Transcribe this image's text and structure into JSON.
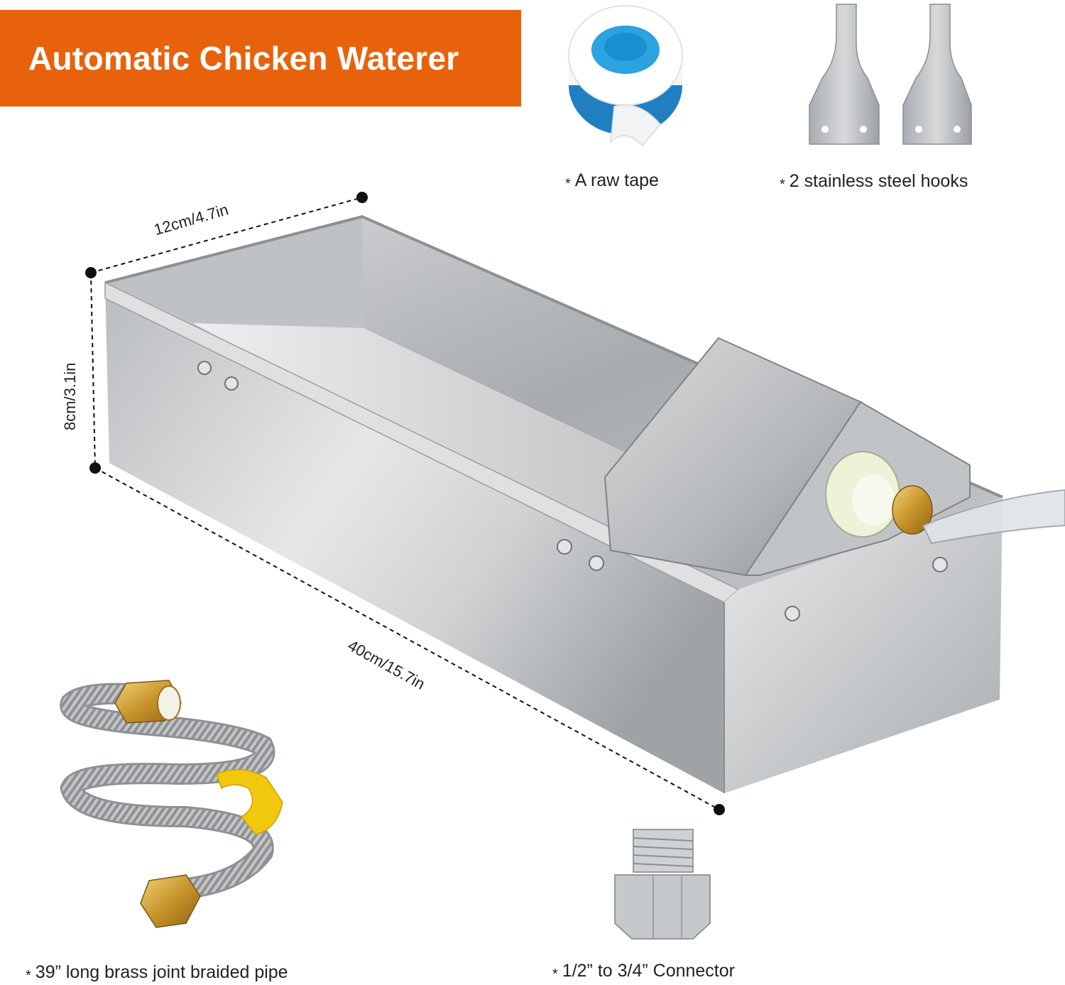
{
  "banner": {
    "title": "Automatic Chicken Waterer",
    "color": "#e8620c"
  },
  "dimensions": {
    "width": "12cm/4.7in",
    "height": "8cm/3.1in",
    "length": "40cm/15.7in"
  },
  "accessories": {
    "tape": {
      "label": "A raw tape",
      "icon": "ptfe-tape-icon"
    },
    "hooks": {
      "label": "2 stainless steel hooks",
      "icon": "steel-hook-icon"
    },
    "pipe": {
      "label": "39” long brass joint braided pipe",
      "icon": "braided-pipe-icon"
    },
    "connector": {
      "label": "1/2” to 3/4”  Connector",
      "icon": "connector-icon"
    }
  },
  "bullet": "*",
  "colors": {
    "steel": "#c9cbcd",
    "brass": "#d4a53a",
    "tape_blue": "#2aa3de",
    "clip_yellow": "#f2c80f"
  }
}
